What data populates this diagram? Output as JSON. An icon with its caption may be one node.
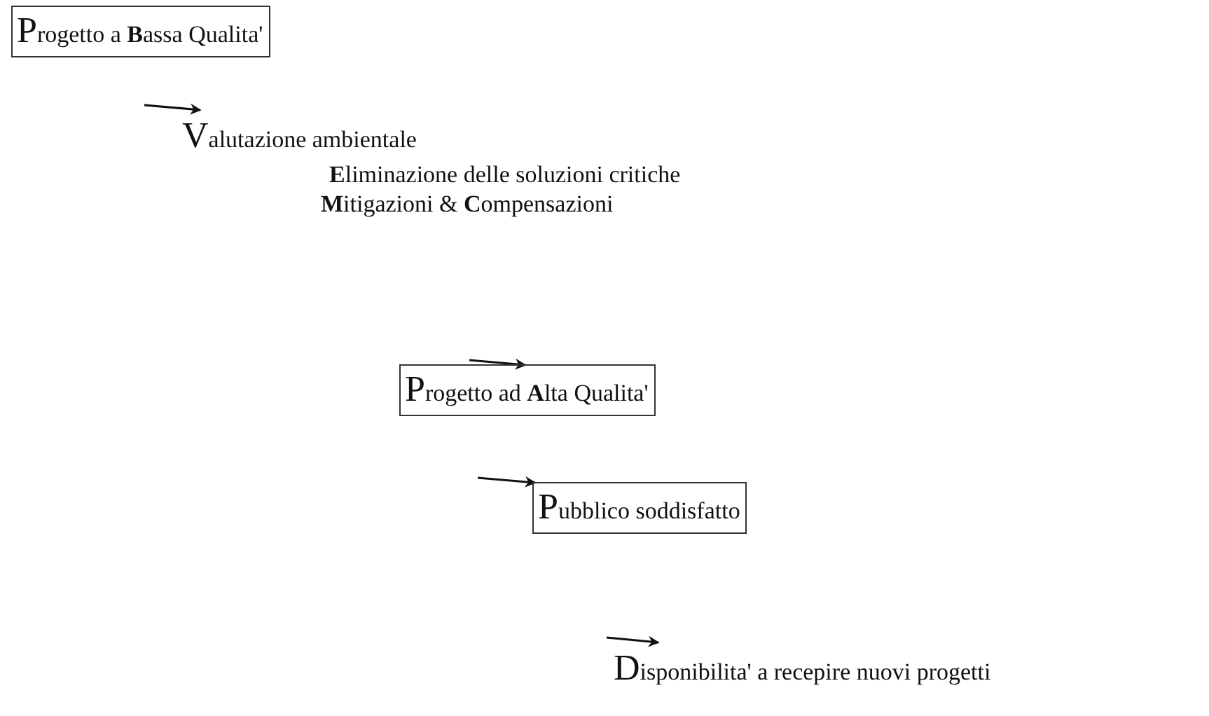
{
  "diagram": {
    "nodes": [
      {
        "text": [
          "Progetto a **B**assa Qualita'"
        ]
      },
      {
        "text": [
          "Valutazione ambientale"
        ]
      },
      {
        "text": [
          "Progetto ad **A**lta Qualita'"
        ]
      },
      {
        "text": [
          "Pubblico soddisfatto"
        ]
      },
      {
        "text": [
          "Disponibilita' a recepire nuovi progetti"
        ]
      }
    ],
    "edges": [
      {
        "from": null,
        "to": 1,
        "arrow": "to"
      },
      {
        "from": null,
        "to": 2,
        "arrow": "to"
      },
      {
        "from": null,
        "to": 3,
        "arrow": "to"
      },
      {
        "from": null,
        "to": 4,
        "arrow": "to"
      }
    ],
    "labels": [
      "**E**liminazione delle soluzioni critiche",
      "**M**itigazioni & **C**ompensazioni"
    ]
  }
}
